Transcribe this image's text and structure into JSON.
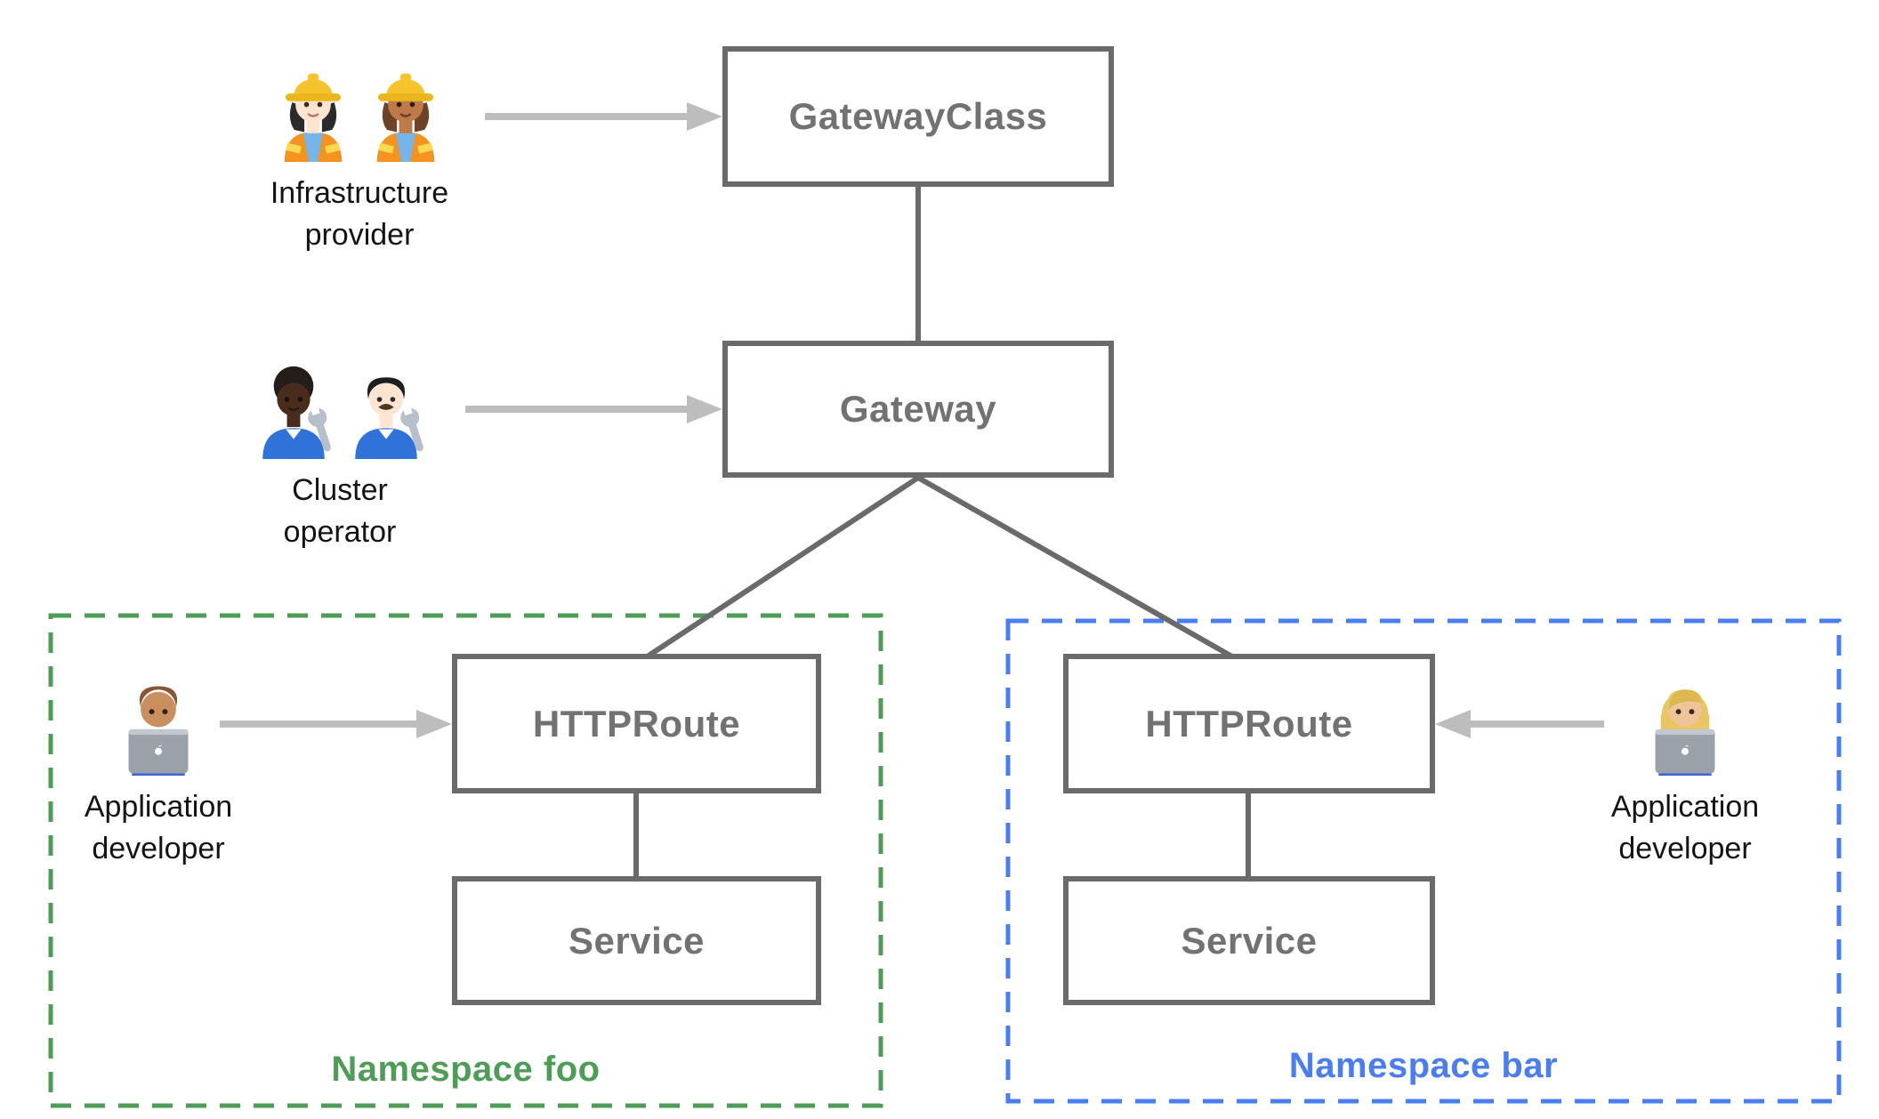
{
  "diagram": {
    "nodes": {
      "gatewayclass": {
        "label": "GatewayClass"
      },
      "gateway": {
        "label": "Gateway"
      },
      "httproute_foo": {
        "label": "HTTPRoute"
      },
      "service_foo": {
        "label": "Service"
      },
      "httproute_bar": {
        "label": "HTTPRoute"
      },
      "service_bar": {
        "label": "Service"
      }
    },
    "personas": {
      "infrastructure_provider": {
        "label": "Infrastructure\nprovider",
        "icons": [
          "woman-construction-worker-light-emoji",
          "woman-construction-worker-medium-emoji"
        ]
      },
      "cluster_operator": {
        "label": "Cluster\noperator",
        "icons": [
          "mechanic-dark-emoji",
          "man-mechanic-light-emoji"
        ]
      },
      "application_developer_foo": {
        "label": "Application\ndeveloper",
        "icons": [
          "man-technologist-emoji"
        ]
      },
      "application_developer_bar": {
        "label": "Application\ndeveloper",
        "icons": [
          "woman-technologist-emoji"
        ]
      }
    },
    "namespaces": {
      "foo": {
        "label": "Namespace foo",
        "accent": "#4d9d56"
      },
      "bar": {
        "label": "Namespace bar",
        "accent": "#4a7df1"
      }
    },
    "colors": {
      "node_border": "#6a6a6a",
      "node_text": "#727272",
      "arrow": "#bdbdbd"
    }
  }
}
